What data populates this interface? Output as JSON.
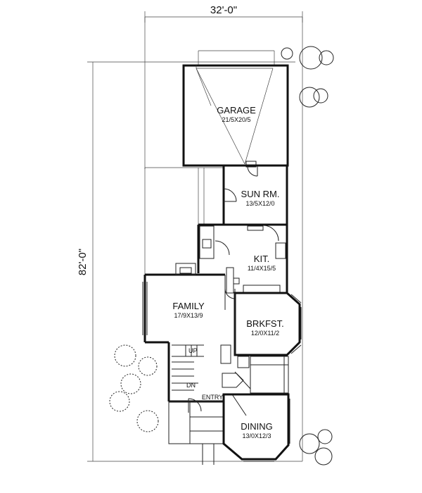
{
  "dimensions": {
    "width": "32'-0\"",
    "depth": "82'-0\""
  },
  "rooms": [
    {
      "id": "garage",
      "name": "GARAGE",
      "size": "21/5X20/5"
    },
    {
      "id": "sunroom",
      "name": "SUN RM.",
      "size": "13/5X12/0"
    },
    {
      "id": "kitchen",
      "name": "KIT.",
      "size": "11/4X15/5"
    },
    {
      "id": "family",
      "name": "FAMILY",
      "size": "17/9X13/9"
    },
    {
      "id": "breakfast",
      "name": "BRKFST.",
      "size": "12/0X11/2"
    },
    {
      "id": "dining",
      "name": "DINING",
      "size": "13/0X12/3"
    }
  ],
  "labels": {
    "entry": "ENTRY",
    "up": "UP",
    "dn": "DN"
  }
}
